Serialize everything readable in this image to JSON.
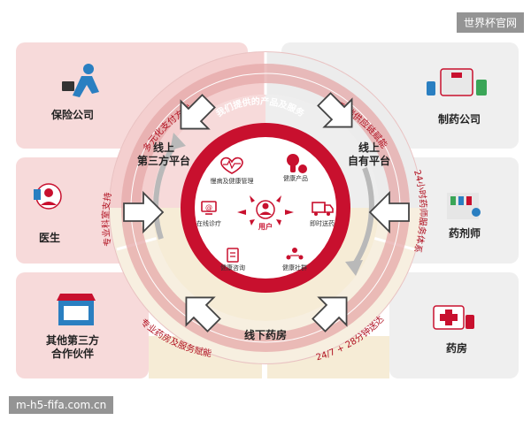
{
  "left": {
    "top": "保险公司",
    "mid": "医生",
    "bot_line1": "其他第三方",
    "bot_line2": "合作伙伴"
  },
  "right": {
    "top": "制药公司",
    "mid": "药剂师",
    "bot": "药房"
  },
  "platforms": {
    "online_third_line1": "线上",
    "online_third_line2": "第三方平台",
    "online_own_line1": "线上",
    "online_own_line2": "自有平台",
    "offline": "线下药房"
  },
  "ring_text": {
    "multi_pay": "多元化支付方式",
    "supply_chain": "端到端供应链赋能",
    "pro_support": "专业科室支持",
    "pharmacist_24h": "24小时药师服务体系",
    "retail_empower": "专业药房及服务赋能",
    "delivery": "24/7 + 28分钟送达"
  },
  "center": {
    "title": "我们提供的产品及服务",
    "user": "用户",
    "nodes": [
      "慢病及健康管理",
      "健康产品",
      "即时送药",
      "健康社群",
      "健康咨询",
      "在线诊疗"
    ]
  },
  "watermarks": {
    "top": "世界杯官网",
    "bottom": "m-h5-fifa.com.cn"
  },
  "colors": {
    "accent": "#c8102e",
    "pink_panel": "#f7dada",
    "gray_panel": "#efefef",
    "cream": "#f6ecd6"
  }
}
